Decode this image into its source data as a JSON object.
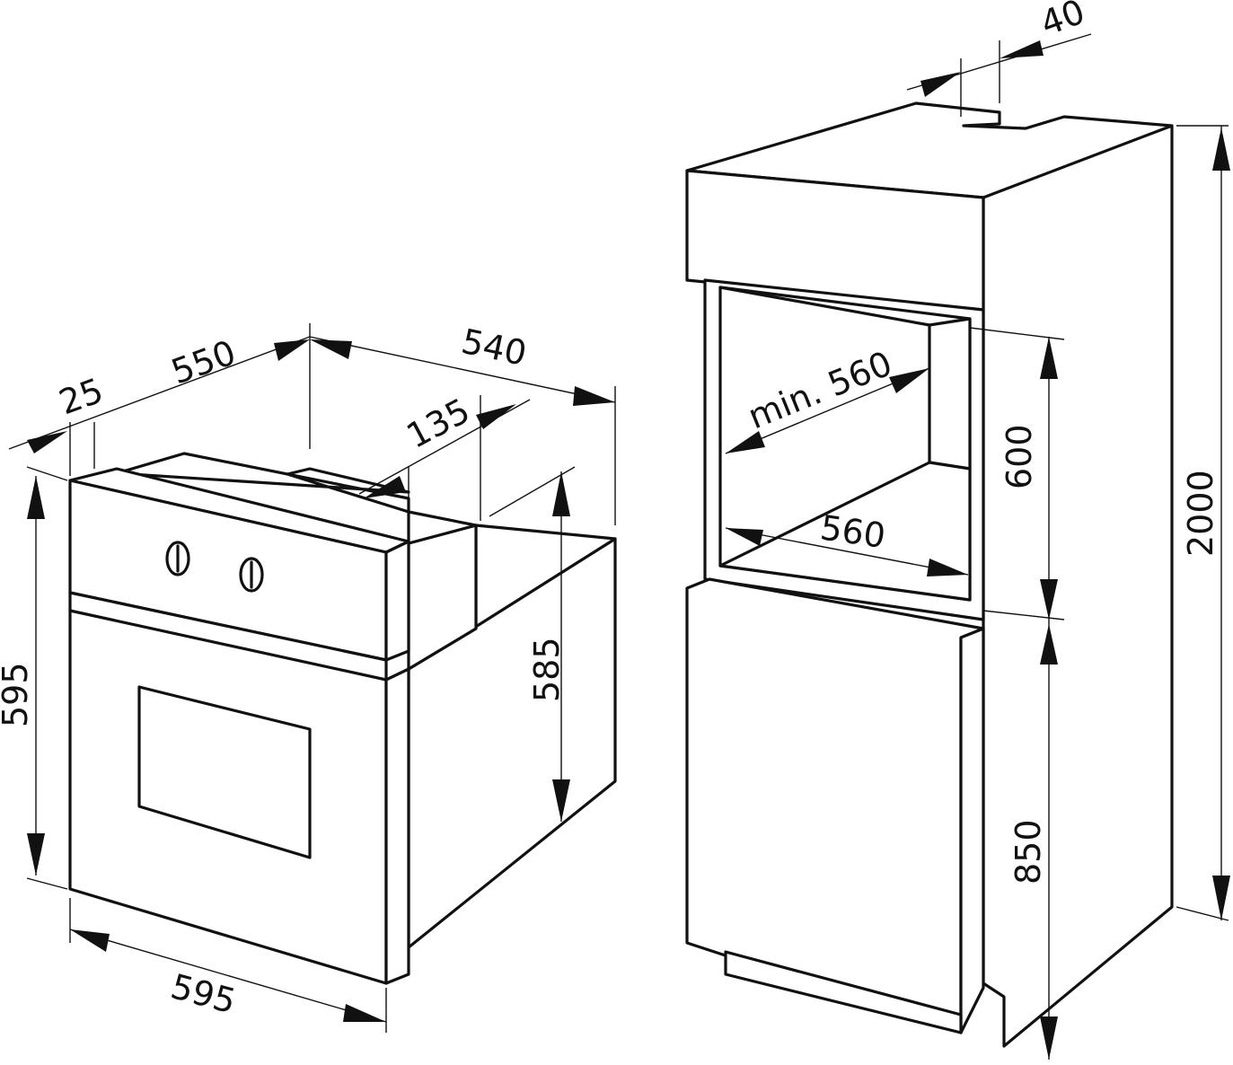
{
  "oven": {
    "dimensions": {
      "depth_front_panel": "25",
      "depth_total": "550",
      "depth_body": "540",
      "panel_offset": "135",
      "height_total": "595",
      "height_body": "585",
      "width": "595"
    }
  },
  "cabinet": {
    "dimensions": {
      "top_clearance": "40",
      "niche_depth": "min. 560",
      "niche_width": "560",
      "niche_height": "600",
      "lower_height": "850",
      "total_height": "2000"
    }
  }
}
